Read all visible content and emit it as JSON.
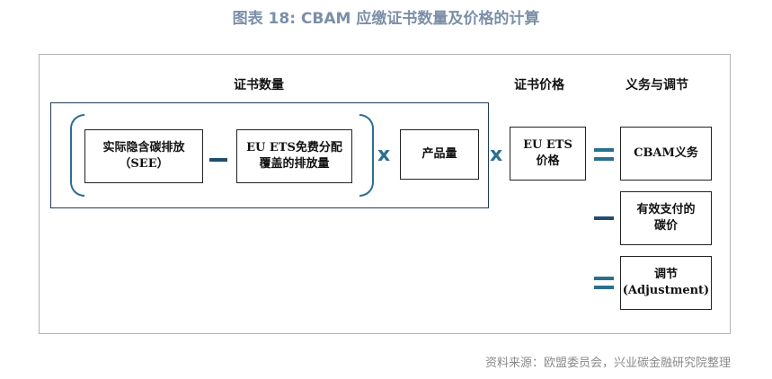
{
  "title": "图表 18: CBAM 应缴证书数量及价格的计算",
  "labels": {
    "cert_quantity": "证书数量",
    "cert_price": "证书价格",
    "obligation_adjust": "义务与调节"
  },
  "boxes": {
    "see_line1": "实际隐含碳排放",
    "see_line2": "（SEE）",
    "eu_ets_free_line1": "EU ETS免费分配",
    "eu_ets_free_line2": "覆盖的排放量",
    "product_qty": "产品量",
    "eu_ets_price_line1": "EU ETS",
    "eu_ets_price_line2": "价格",
    "cbam_obligation": "CBAM义务",
    "carbon_price_line1": "有效支付的",
    "carbon_price_line2": "碳价",
    "adjust_line1": "调节",
    "adjust_line2": "(Adjustment)"
  },
  "operators": {
    "times": "x"
  },
  "source": "资料来源：欧盟委员会，兴业碳金融研究院整理"
}
